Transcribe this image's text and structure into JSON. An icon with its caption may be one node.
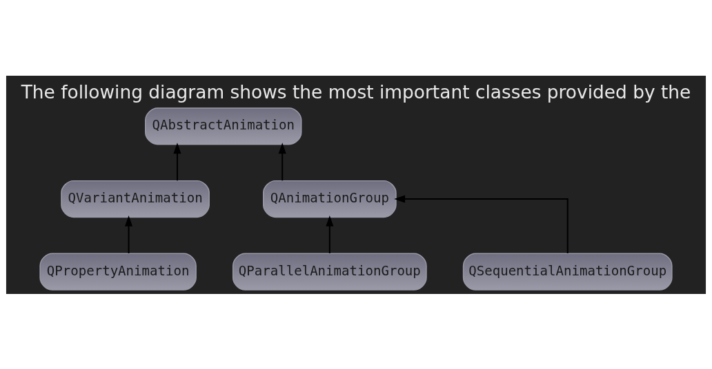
{
  "diagram": {
    "title": "The following diagram shows the most important classes provided by the",
    "nodes": [
      {
        "text": [
          "QAbstractAnimation"
        ]
      },
      {
        "text": [
          "QVariantAnimation"
        ]
      },
      {
        "text": [
          "QAnimationGroup"
        ]
      },
      {
        "text": [
          "QPropertyAnimation"
        ]
      },
      {
        "text": [
          "QParallelAnimationGroup"
        ]
      },
      {
        "text": [
          "QSequentialAnimationGroup"
        ]
      }
    ],
    "edges": [
      {
        "from": 1,
        "to": 0,
        "arrow": "to"
      },
      {
        "from": 2,
        "to": 0,
        "arrow": "to"
      },
      {
        "from": 3,
        "to": 1,
        "arrow": "to"
      },
      {
        "from": 4,
        "to": 2,
        "arrow": "to"
      },
      {
        "from": 5,
        "to": 2,
        "arrow": "to"
      }
    ]
  }
}
